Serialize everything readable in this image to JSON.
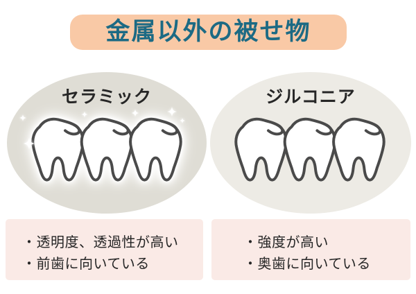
{
  "header": {
    "title": "金属以外の被せ物"
  },
  "ceramic": {
    "label": "セラミック",
    "features": [
      "・透明度、透過性が高い",
      "・前歯に向いている"
    ]
  },
  "zirconia": {
    "label": "ジルコニア",
    "features": [
      "・強度が高い",
      "・奥歯に向いている"
    ]
  },
  "icons": {
    "tooth": "tooth-icon (molar outline, white fill, gray stroke)",
    "sparkle": "sparkle-icon (white four-pointed star)"
  },
  "colors": {
    "title_bg": "#f9c9a6",
    "title_text": "#1c6a84",
    "oval_ceramic": "#dfddd5",
    "oval_zirconia": "#edebe5",
    "info_box_bg": "#faeae6",
    "tooth_outline": "#4a4a4a",
    "body_text": "#262626"
  }
}
